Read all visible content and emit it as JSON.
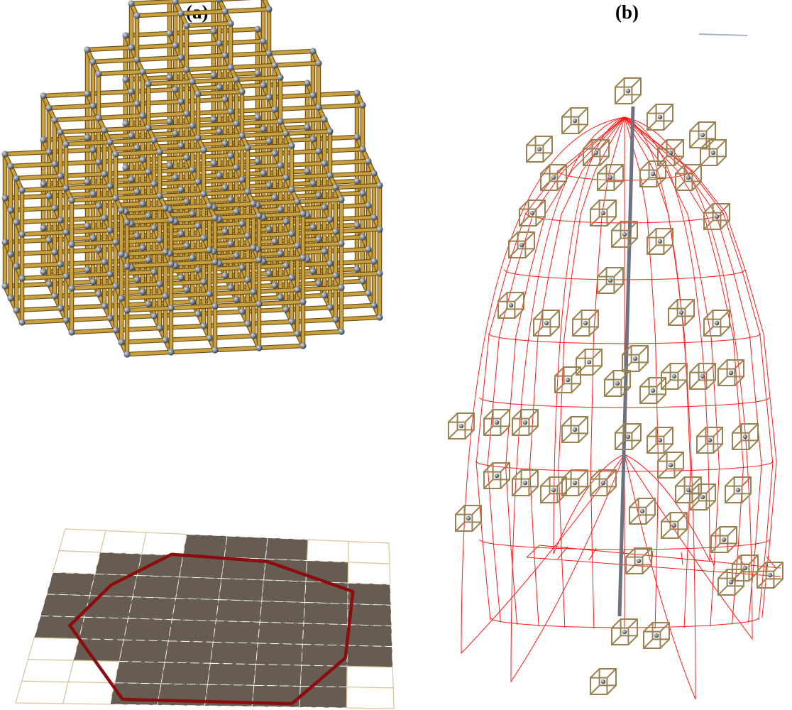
{
  "figure": {
    "panels": [
      {
        "id": "a",
        "label": "(a)"
      },
      {
        "id": "b",
        "label": "(b)"
      }
    ]
  },
  "colors": {
    "rod": "#c9a040",
    "rod_dark": "#6b4e12",
    "node": "#6e7580",
    "cell_filled": "#675c51",
    "grid_line": "#d8c49a",
    "outline": "#8b0d0d",
    "mesh": "#ff1a1a",
    "cube_outline": "#9a8250",
    "axis": "#6d7281"
  },
  "grid_a": {
    "rows": 8,
    "cols": 8,
    "filled": [
      [
        0,
        0,
        0,
        1,
        1,
        1,
        0,
        0
      ],
      [
        0,
        1,
        1,
        1,
        1,
        1,
        1,
        0
      ],
      [
        1,
        1,
        1,
        1,
        1,
        1,
        1,
        1
      ],
      [
        1,
        1,
        1,
        1,
        1,
        1,
        1,
        1
      ],
      [
        1,
        1,
        1,
        1,
        1,
        1,
        1,
        1
      ],
      [
        0,
        1,
        1,
        1,
        1,
        1,
        1,
        1
      ],
      [
        0,
        0,
        1,
        1,
        1,
        1,
        1,
        0
      ],
      [
        0,
        0,
        1,
        1,
        1,
        1,
        1,
        0
      ]
    ]
  }
}
